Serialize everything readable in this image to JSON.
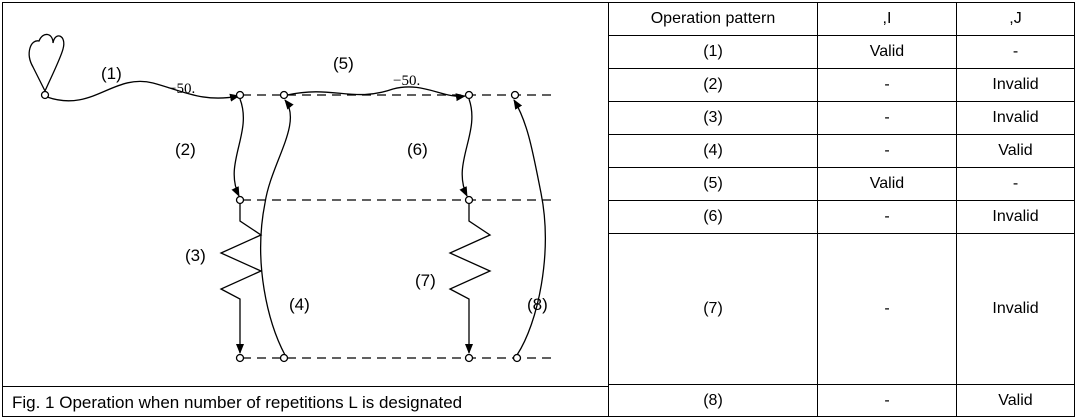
{
  "table": {
    "headers": [
      "Operation pattern",
      ",I",
      ",J"
    ],
    "rows": [
      [
        "(1)",
        "Valid",
        "-"
      ],
      [
        "(2)",
        "-",
        "Invalid"
      ],
      [
        "(3)",
        "-",
        "Invalid"
      ],
      [
        "(4)",
        "-",
        "Valid"
      ],
      [
        "(5)",
        "Valid",
        "-"
      ],
      [
        "(6)",
        "-",
        "Invalid"
      ],
      [
        "(7)",
        "-",
        "Invalid"
      ],
      [
        "(8)",
        "-",
        "Valid"
      ]
    ]
  },
  "figure": {
    "caption": "Fig. 1  Operation when number of repetitions L is designated",
    "labels": {
      "p1": "(1)",
      "p2": "(2)",
      "p3": "(3)",
      "p4": "(4)",
      "p5": "(5)",
      "p6": "(6)",
      "p7": "(7)",
      "p8": "(8)",
      "dim_left": "−50.",
      "dim_right": "−50."
    }
  }
}
